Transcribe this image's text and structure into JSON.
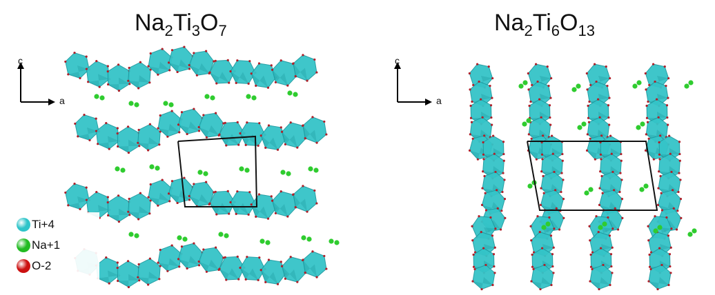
{
  "panels": [
    {
      "title_parts": [
        {
          "text": "Na"
        },
        {
          "text": "2",
          "sub": true
        },
        {
          "text": "Ti"
        },
        {
          "text": "3",
          "sub": true
        },
        {
          "text": "O"
        },
        {
          "text": "7",
          "sub": true
        }
      ],
      "axis": {
        "up": "c",
        "right": "a"
      }
    },
    {
      "title_parts": [
        {
          "text": "Na"
        },
        {
          "text": "2",
          "sub": true
        },
        {
          "text": "Ti"
        },
        {
          "text": "6",
          "sub": true
        },
        {
          "text": "O"
        },
        {
          "text": "13",
          "sub": true
        }
      ],
      "axis": {
        "up": "c",
        "right": "a"
      }
    }
  ],
  "legend": [
    {
      "label": "Ti+4",
      "color": "#2ec4c9"
    },
    {
      "label": "Na+1",
      "color": "#22bb22"
    },
    {
      "label": "O-2",
      "color": "#cc1111"
    }
  ],
  "colors": {
    "polyhedron": "#35c4c8",
    "polyhedron_dark": "#1e9aa0",
    "sodium": "#2fcc2f",
    "oxygen": "#b0202a",
    "cell": "#111111"
  }
}
